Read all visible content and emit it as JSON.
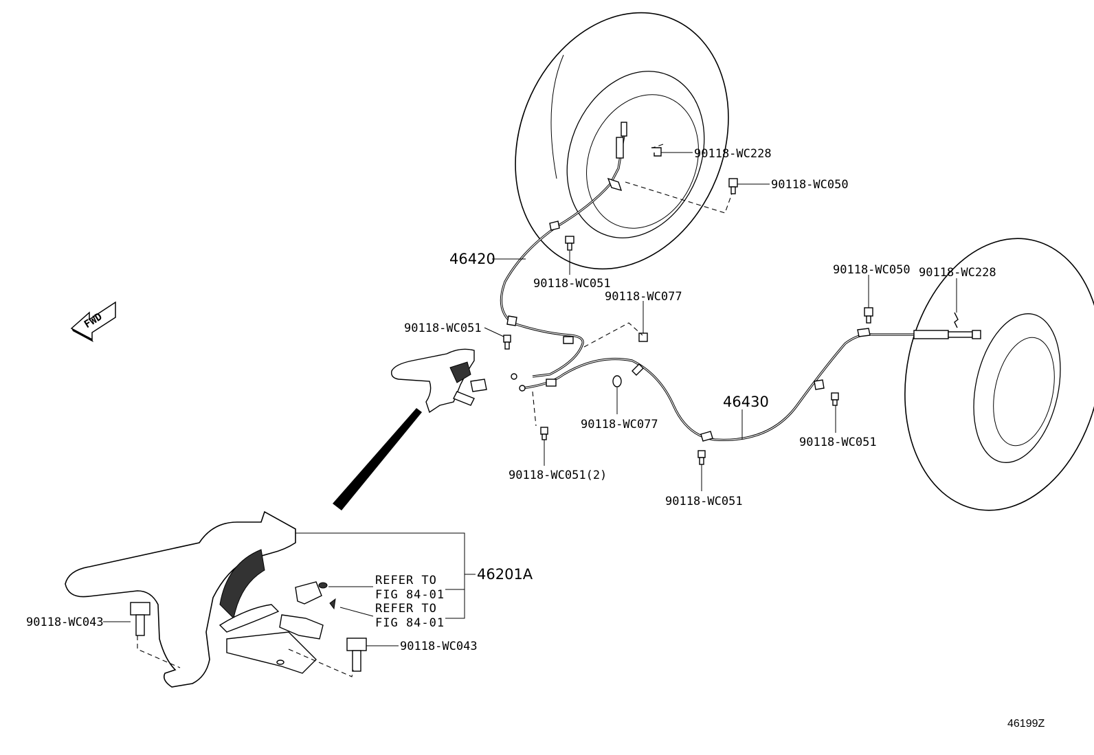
{
  "diagram_id": "46199Z",
  "fwd_label": "FWD",
  "cables": {
    "front": "46420",
    "rear": "46430"
  },
  "lever_assembly": "46201A",
  "refer_to": {
    "line1": "REFER TO",
    "line2": "FIG 84-01"
  },
  "callouts": {
    "wc228_left": "90118-WC228",
    "wc050_left": "90118-WC050",
    "wc051_a": "90118-WC051",
    "wc077_a": "90118-WC077",
    "wc051_b": "90118-WC051",
    "wc050_right": "90118-WC050",
    "wc228_right": "90118-WC228",
    "wc077_b": "90118-WC077",
    "wc051_c": "90118-WC051",
    "wc051_2": "90118-WC051(2)",
    "wc051_d": "90118-WC051",
    "wc043_left": "90118-WC043",
    "wc043_right": "90118-WC043"
  }
}
